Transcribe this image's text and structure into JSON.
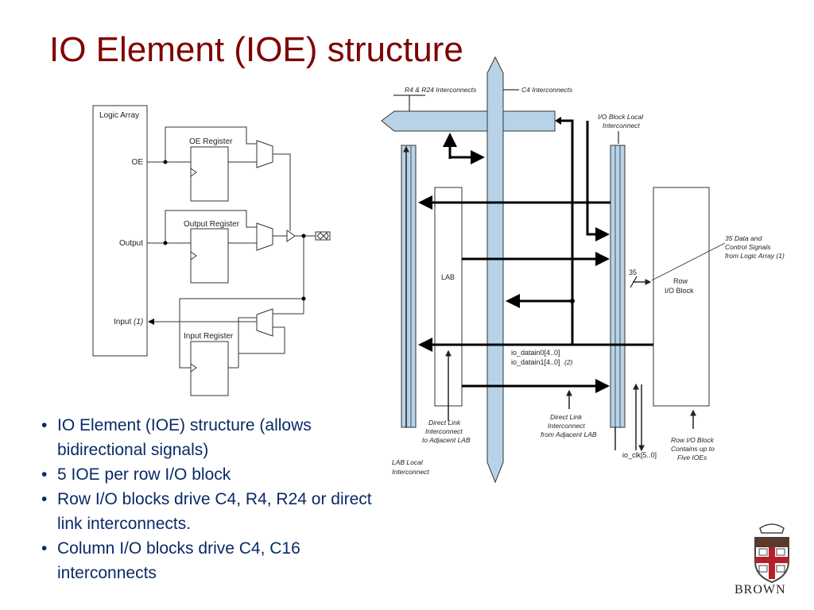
{
  "slide": {
    "title": "IO Element (IOE) structure",
    "bullets": [
      "IO Element (IOE) structure (allows bidirectional signals)",
      "5 IOE per row I/O block",
      "Row I/O blocks drive C4, R4, R24 or direct link interconnects.",
      "Column I/O blocks drive C4, C16 interconnects"
    ]
  },
  "left_diagram": {
    "logic_array": "Logic Array",
    "oe_register": "OE Register",
    "output_register": "Output Register",
    "input_register": "Input Register",
    "oe": "OE",
    "output": "Output",
    "input": "Input",
    "input_note": "(1)"
  },
  "right_diagram": {
    "r4_r24": "R4 & R24 Interconnects",
    "c4": "C4 Interconnects",
    "io_local_1": "I/O Block Local",
    "io_local_2": "Interconnect",
    "lab": "LAB",
    "row_io_1": "Row",
    "row_io_2": "I/O Block",
    "bus_width": "35",
    "data_ctrl_1": "35 Data and",
    "data_ctrl_2": "Control Signals",
    "data_ctrl_3": "from Logic Array (1)",
    "io_datain0": "io_datain0[4..0]",
    "io_datain1": "io_datain1[4..0]",
    "io_datain1_note": "(2)",
    "io_clk": "io_clk[5..0]",
    "direct_link_lab_1": "Direct Link",
    "direct_link_lab_2": "Interconnect",
    "direct_link_lab_3": "to Adjacent LAB",
    "direct_link_from_1": "Direct Link",
    "direct_link_from_2": "Interconnect",
    "direct_link_from_3": "from Adjacent LAB",
    "lab_local_1": "LAB Local",
    "lab_local_2": "Interconnect",
    "row_io_contains_1": "Row I/O Block",
    "row_io_contains_2": "Contains up to",
    "row_io_contains_3": "Five IOEs"
  },
  "logo": {
    "text": "BROWN",
    "icon": "brown-shield-icon"
  },
  "colors": {
    "title": "#800000",
    "bullets": "#0a2a66",
    "interconnect": "#b8d3e8"
  }
}
